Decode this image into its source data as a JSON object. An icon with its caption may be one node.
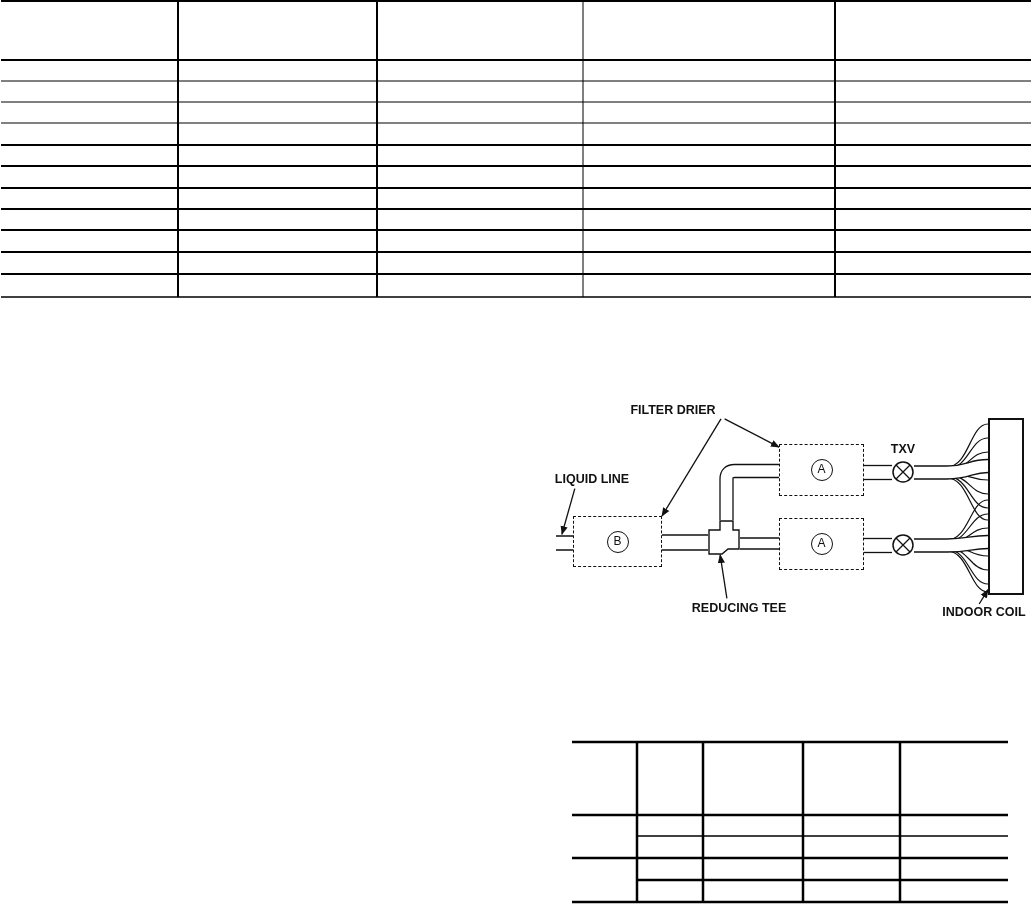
{
  "diagram": {
    "nodes": [
      {
        "text": [
          "FILTER DRIER"
        ]
      },
      {
        "text": [
          "LIQUID LINE"
        ]
      },
      {
        "text": [
          "B"
        ]
      },
      {
        "text": [
          "A"
        ]
      },
      {
        "text": [
          "A"
        ]
      },
      {
        "text": [],
        "shape": "circle",
        "beside": [
          "TXV"
        ]
      },
      {
        "text": [],
        "shape": "circle"
      },
      {
        "text": [],
        "shape": "tee"
      },
      {
        "text": [
          "REDUCING TEE"
        ]
      },
      {
        "text": [],
        "shape": "box"
      },
      {
        "text": [
          "INDOOR COIL"
        ]
      },
      {
        "text": [],
        "shape": "pipe"
      }
    ],
    "edges": [
      {
        "from": 0,
        "to": 2,
        "arrow": "to"
      },
      {
        "from": 0,
        "to": 3,
        "arrow": "to"
      },
      {
        "from": 1,
        "to": 11,
        "arrow": "to"
      },
      {
        "from": 8,
        "to": 7,
        "arrow": "to"
      },
      {
        "from": 10,
        "to": 9,
        "arrow": "to"
      },
      {
        "from": 2,
        "to": 7,
        "arrow": "none"
      },
      {
        "from": 7,
        "to": 3,
        "arrow": "none"
      },
      {
        "from": 7,
        "to": 4,
        "arrow": "none"
      },
      {
        "from": 3,
        "to": 5,
        "arrow": "none"
      },
      {
        "from": 4,
        "to": 6,
        "arrow": "none"
      },
      {
        "from": 5,
        "to": 9,
        "arrow": "none"
      },
      {
        "from": 6,
        "to": 9,
        "arrow": "none"
      }
    ]
  }
}
